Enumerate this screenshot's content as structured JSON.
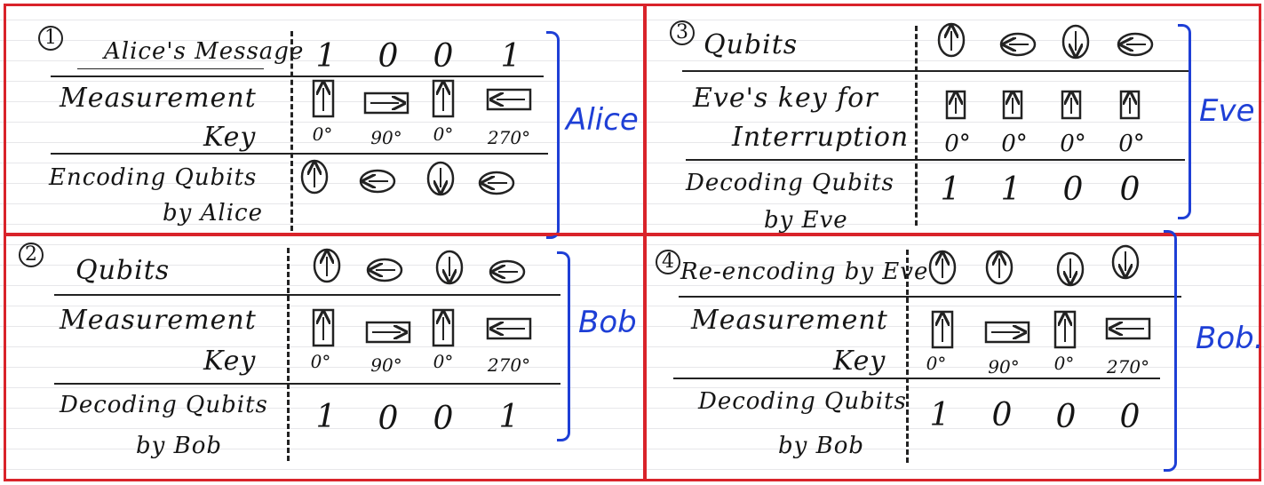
{
  "panels": [
    {
      "number": "1",
      "row1_label": "Alice's Message",
      "row1_values": [
        "1",
        "0",
        "0",
        "1"
      ],
      "row2_label_line1": "Measurement",
      "row2_label_line2": "Key",
      "row2_angles": [
        "0°",
        "90°",
        "0°",
        "270°"
      ],
      "row3_label_line1": "Encoding Qubits",
      "row3_label_line2": "by Alice",
      "side_label": "Alice"
    },
    {
      "number": "2",
      "row1_label": "Qubits",
      "row2_label_line1": "Measurement",
      "row2_label_line2": "Key",
      "row2_angles": [
        "0°",
        "90°",
        "0°",
        "270°"
      ],
      "row3_label_line1": "Decoding Qubits",
      "row3_label_line2": "by Bob",
      "row3_values": [
        "1",
        "0",
        "0",
        "1"
      ],
      "side_label": "Bob"
    },
    {
      "number": "3",
      "row1_label": "Qubits",
      "row2_label_line1": "Eve's key for",
      "row2_label_line2": "Interruption",
      "row2_angles": [
        "0°",
        "0°",
        "0°",
        "0°"
      ],
      "row3_label_line1": "Decoding Qubits",
      "row3_label_line2": "by Eve",
      "row3_values": [
        "1",
        "1",
        "0",
        "0"
      ],
      "side_label": "Eve"
    },
    {
      "number": "4",
      "row1_label": "Re-encoding by Eve",
      "row2_label_line1": "Measurement",
      "row2_label_line2": "Key",
      "row2_angles": [
        "0°",
        "90°",
        "0°",
        "270°"
      ],
      "row3_label_line1": "Decoding Qubits",
      "row3_label_line2": "by Bob",
      "row3_values": [
        "1",
        "0",
        "0",
        "0"
      ],
      "side_label": "Bob."
    }
  ],
  "colors": {
    "frame": "#d9232a",
    "annotation": "#1e3fd6",
    "ink": "#151515"
  }
}
